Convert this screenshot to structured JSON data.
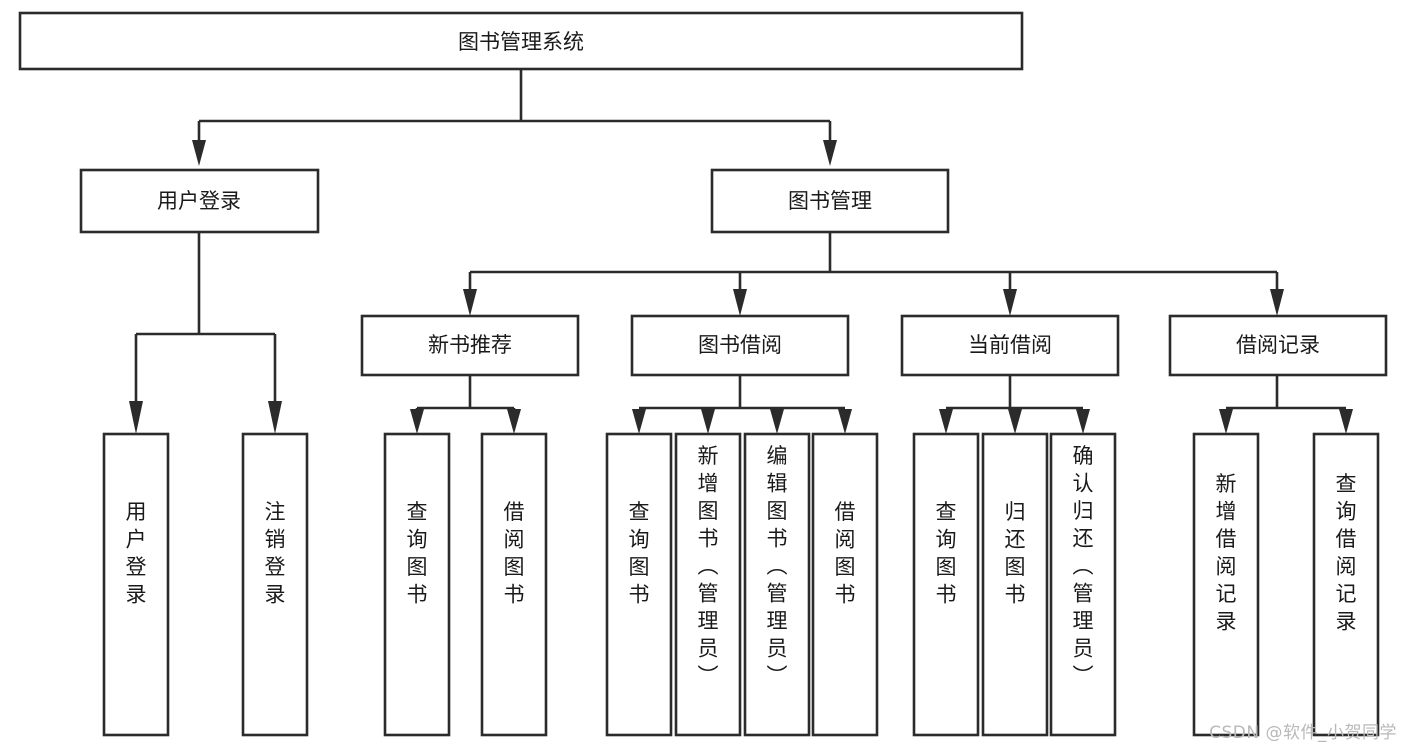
{
  "diagram": {
    "title": "图书管理系统",
    "type": "hierarchy-tree",
    "watermark": "CSDN @软件_小贺同学",
    "colors": {
      "stroke": "#2b2b2b",
      "fill": "#ffffff",
      "text": "#1a1a1a",
      "watermark": "#b9b9b9"
    },
    "root": {
      "label": "图书管理系统"
    },
    "level2": [
      {
        "label": "用户登录"
      },
      {
        "label": "图书管理"
      }
    ],
    "level3": [
      {
        "label": "新书推荐"
      },
      {
        "label": "图书借阅"
      },
      {
        "label": "当前借阅"
      },
      {
        "label": "借阅记录"
      }
    ],
    "leaves": {
      "user_login": [
        {
          "label": "用户登录"
        },
        {
          "label": "注销登录"
        }
      ],
      "new_book_recommend": [
        {
          "label": "查询图书"
        },
        {
          "label": "借阅图书"
        }
      ],
      "book_borrow": [
        {
          "label": "查询图书"
        },
        {
          "label": "新增图书（管理员）"
        },
        {
          "label": "编辑图书（管理员）"
        },
        {
          "label": "借阅图书"
        }
      ],
      "current_borrow": [
        {
          "label": "查询图书"
        },
        {
          "label": "归还图书"
        },
        {
          "label": "确认归还（管理员）"
        }
      ],
      "borrow_records": [
        {
          "label": "新增借阅记录"
        },
        {
          "label": "查询借阅记录"
        }
      ]
    }
  }
}
